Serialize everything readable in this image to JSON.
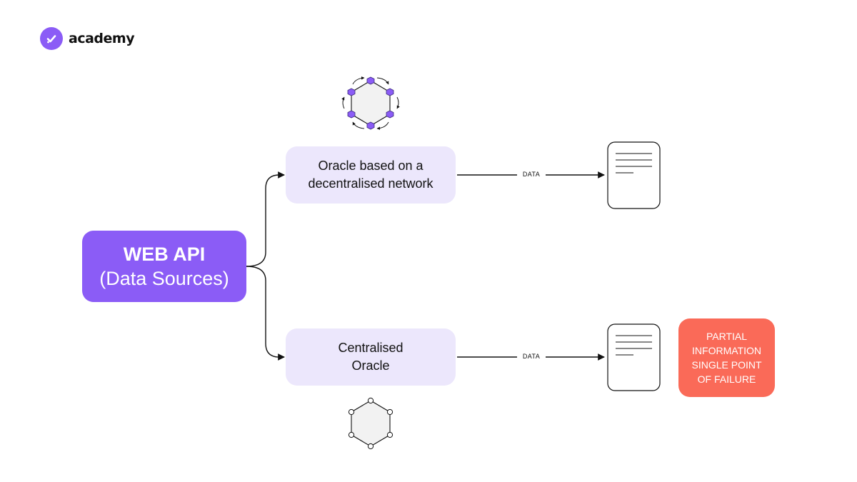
{
  "brand": {
    "name": "academy",
    "icon": "checkmark-circle-icon",
    "color": "#8b5cf6"
  },
  "source": {
    "title": "WEB API",
    "subtitle": "(Data Sources)",
    "color": "#8b5cf6"
  },
  "oracles": {
    "decentralised": {
      "line1": "Oracle based on a",
      "line2": "decentralised network",
      "data_label": "DATA",
      "icon": "decentralised-network-hexagon-icon"
    },
    "centralised": {
      "line1": "Centralised",
      "line2": "Oracle",
      "data_label": "DATA",
      "icon": "centralised-hexagon-icon"
    }
  },
  "warning": {
    "line1": "PARTIAL",
    "line2": "INFORMATION",
    "line3": "SINGLE POINT",
    "line4": "OF FAILURE",
    "color": "#fa6a58"
  },
  "colors": {
    "oracle_box": "#ece7fc",
    "node_purple": "#8b5cf6"
  }
}
